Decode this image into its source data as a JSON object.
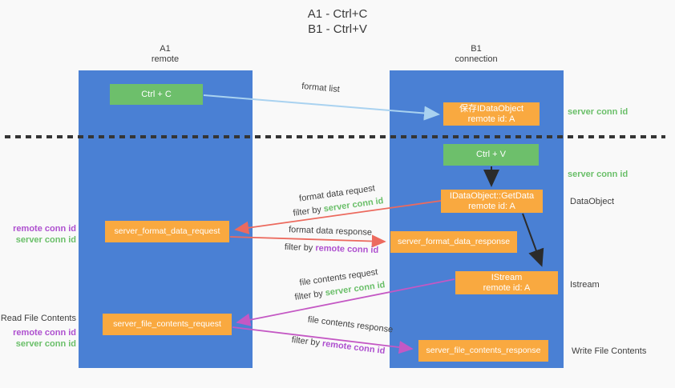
{
  "title": {
    "line1": "A1 - Ctrl+C",
    "line2": "B1 - Ctrl+V"
  },
  "columns": {
    "a1": {
      "name": "A1",
      "subtitle": "remote"
    },
    "b1": {
      "name": "B1",
      "subtitle": "connection"
    }
  },
  "boxes": {
    "ctrl_c": {
      "label": "Ctrl + C"
    },
    "ctrl_v": {
      "label": "Ctrl + V"
    },
    "save_dataobject": {
      "line1": "保存IDataObject",
      "line2": "remote id: A"
    },
    "getdata": {
      "line1": "IDataObject::GetData",
      "line2": "remote id: A"
    },
    "istream": {
      "line1": "IStream",
      "line2": "remote id: A"
    },
    "format_request": {
      "label": "server_format_data_request"
    },
    "format_response": {
      "label": "server_format_data_response"
    },
    "file_request": {
      "label": "server_file_contents_request"
    },
    "file_response": {
      "label": "server_file_contents_response"
    }
  },
  "side_labels": {
    "server_conn_top": "server conn id",
    "server_conn_mid": "server conn id",
    "dataobject": "DataObject",
    "istream": "Istream",
    "write_file": "Write File Contents",
    "read_file": "Read File Contents",
    "remote_conn_format": "remote conn id",
    "server_conn_format": "server conn id",
    "remote_conn_file": "remote conn id",
    "server_conn_file": "server conn id"
  },
  "arrow_labels": {
    "format_list": "format list",
    "format_data_request": "format data request",
    "format_data_response": "format data response",
    "file_contents_request": "file contents request",
    "file_contents_response": "file contents response",
    "filter_by": "filter by ",
    "server_conn_id": "server conn id",
    "remote_conn_id": "remote conn id"
  },
  "colors": {
    "bg": "#f9f9f9",
    "lane": "#4a80d4",
    "green": "#6dbf6b",
    "orange": "#f9a940",
    "salmon": "#ec6a5e",
    "magenta": "#c458c4",
    "lightblue": "#a9d2f0",
    "greentext": "#6abf69",
    "purpletext": "#ae50cf",
    "ink": "#3c3c3c"
  }
}
